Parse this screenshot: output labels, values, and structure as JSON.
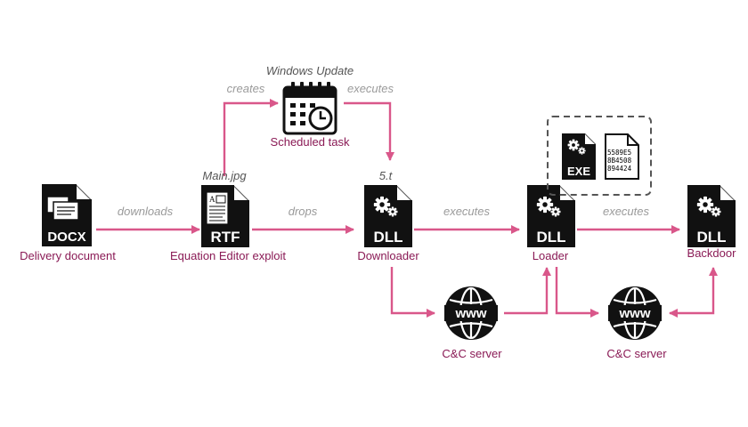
{
  "nodes": {
    "delivery": {
      "label": "Delivery document",
      "file_type": "DOCX",
      "icon": "docx-file-icon"
    },
    "exploit": {
      "label": "Equation Editor exploit",
      "file_type": "RTF",
      "file_name": "Main.jpg",
      "icon": "rtf-file-icon"
    },
    "scheduled_task": {
      "label": "Scheduled task",
      "task_name": "Windows Update",
      "icon": "calendar-clock-icon"
    },
    "downloader": {
      "label": "Downloader",
      "file_type": "DLL",
      "file_name": "5.t",
      "icon": "dll-file-icon"
    },
    "loader": {
      "label": "Loader",
      "file_type": "DLL",
      "icon": "dll-file-icon"
    },
    "backdoor": {
      "label": "Backdoor",
      "file_type": "DLL",
      "icon": "dll-file-icon"
    },
    "cc_server_1": {
      "label": "C&C server",
      "icon": "www-globe-icon"
    },
    "cc_server_2": {
      "label": "C&C server",
      "icon": "www-globe-icon"
    },
    "payload_box": {
      "exe": {
        "file_type": "EXE",
        "icon": "exe-file-icon"
      },
      "data": {
        "lines": [
          "5589E5",
          "8B4508",
          "894424"
        ],
        "icon": "hex-data-file-icon"
      }
    }
  },
  "edges": {
    "downloads": "downloads",
    "drops": "drops",
    "creates": "creates",
    "task_executes": "executes",
    "downloader_executes": "executes",
    "loader_executes": "executes"
  },
  "colors": {
    "arrow": "#d9578a",
    "label": "#8a1a55",
    "edge_label": "#9a9a9a",
    "icon": "#111111",
    "dashed_box": "#555555"
  }
}
